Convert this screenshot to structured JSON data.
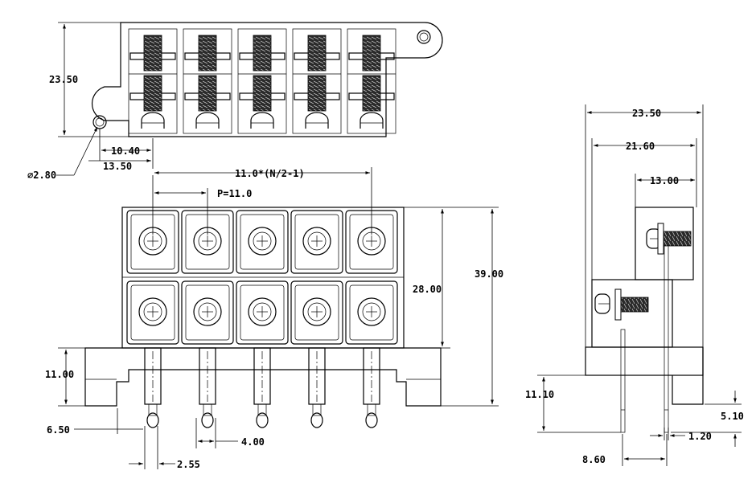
{
  "dimensions": {
    "top_height": "23.50",
    "hole_offset_1": "10.40",
    "hole_offset_2": "13.50",
    "hole_diameter": "⌀2.80",
    "span_formula": "11.0*(N/2-1)",
    "pitch": "P=11.0",
    "body_height": "28.00",
    "total_height": "39.00",
    "base_height": "11.00",
    "pin_length": "6.50",
    "pin_spacing": "4.00",
    "pin_offset": "2.55",
    "side_width": "23.50",
    "side_inner_width": "21.60",
    "side_step_width": "13.00",
    "side_pin_length": "11.10",
    "side_pin_spacing": "8.60",
    "side_pin_tip": "5.10",
    "side_pin_thickness": "1.20"
  },
  "positions": 5,
  "rows": 2
}
